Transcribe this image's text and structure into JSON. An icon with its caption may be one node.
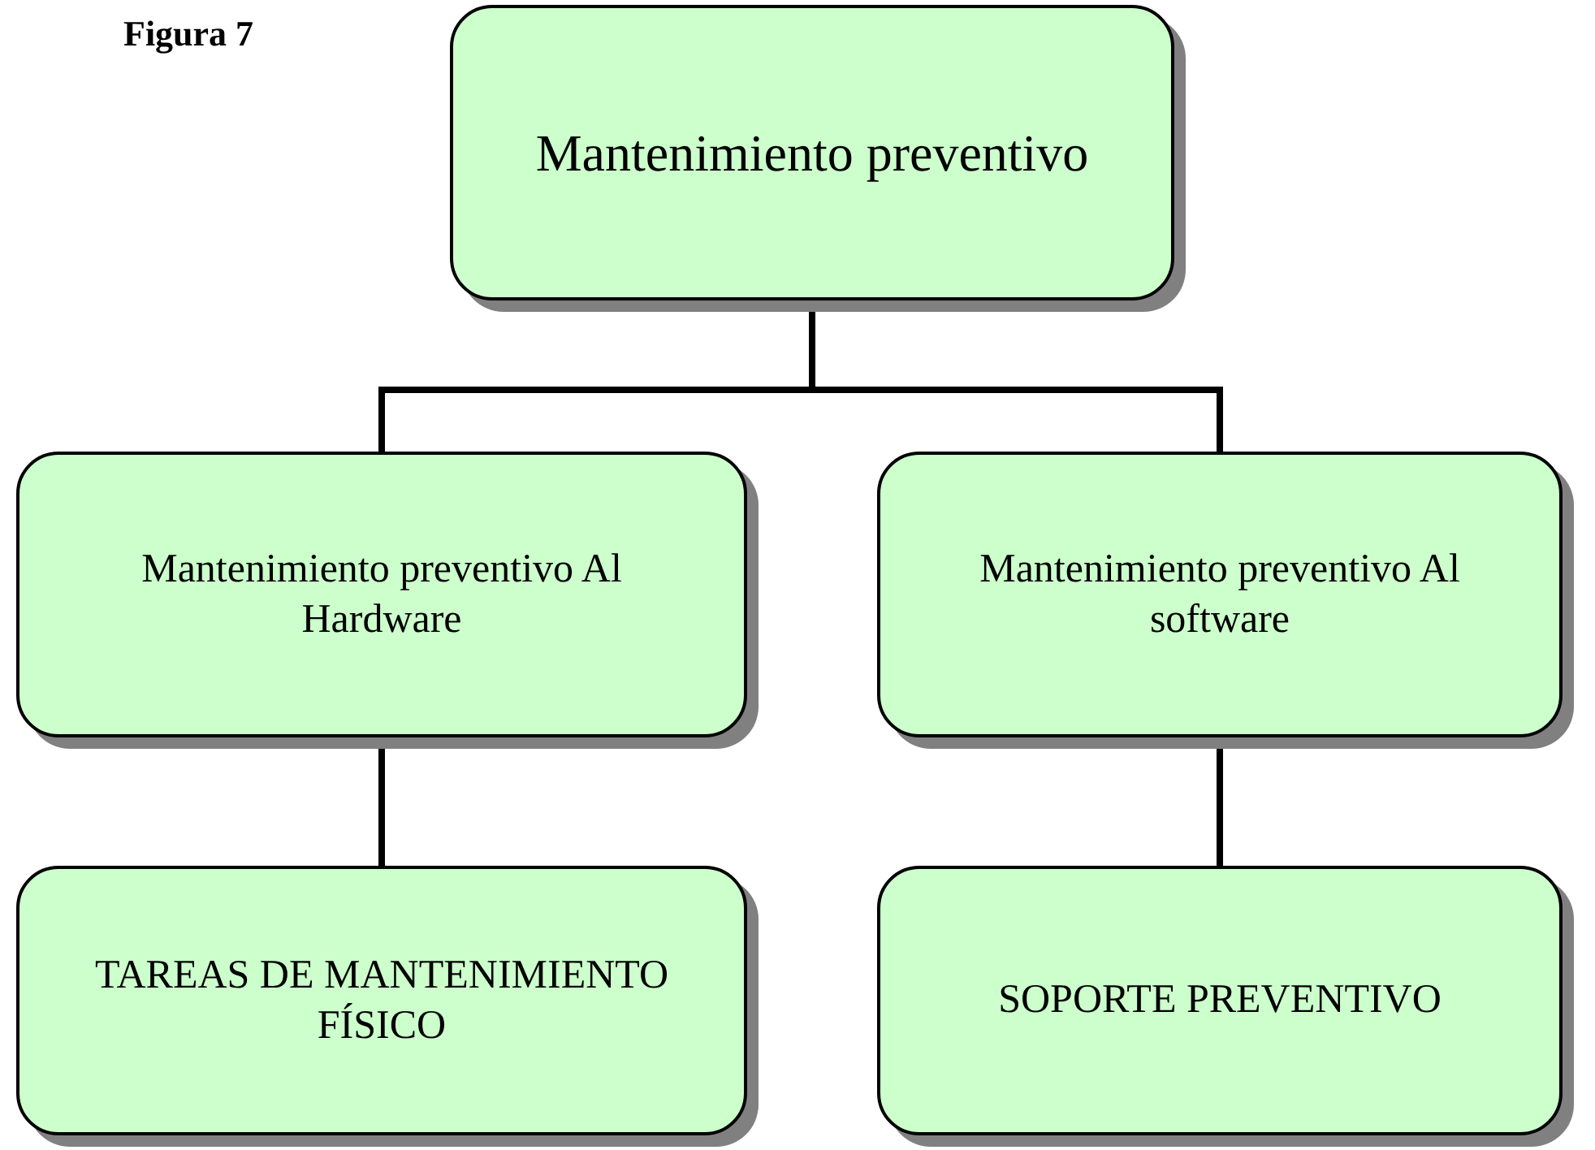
{
  "diagram": {
    "title": "Figura 7",
    "nodes": [
      {
        "text": [
          "Mantenimiento preventivo"
        ]
      },
      {
        "text": [
          "Mantenimiento preventivo Al Hardware"
        ]
      },
      {
        "text": [
          "Mantenimiento preventivo Al software"
        ]
      },
      {
        "text": [
          "TAREAS DE MANTENIMIENTO FÍSICO"
        ]
      },
      {
        "text": [
          "SOPORTE PREVENTIVO"
        ]
      }
    ],
    "edges": [
      {
        "from": 0,
        "to": 1,
        "arrow": "none"
      },
      {
        "from": 0,
        "to": 2,
        "arrow": "none"
      },
      {
        "from": 1,
        "to": 3,
        "arrow": "none"
      },
      {
        "from": 2,
        "to": 4,
        "arrow": "none"
      }
    ]
  }
}
